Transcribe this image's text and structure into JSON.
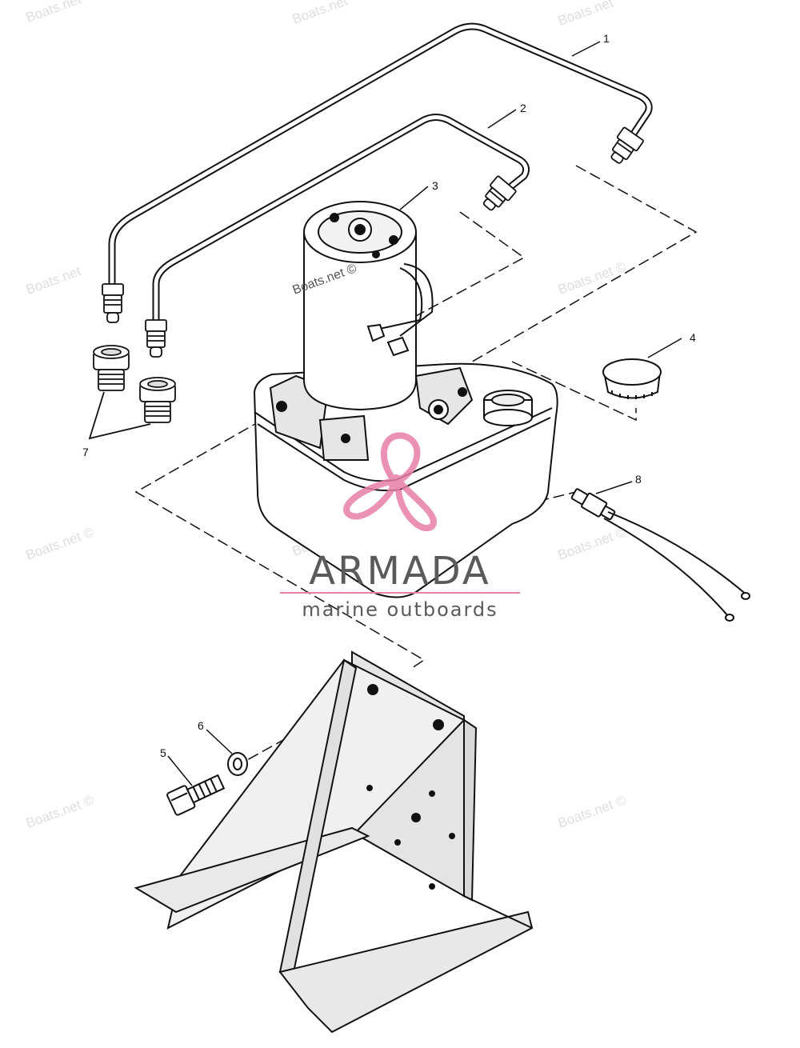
{
  "callouts": {
    "c1": "1",
    "c2": "2",
    "c3": "3",
    "c4": "4",
    "c5": "5",
    "c6": "6",
    "c7": "7",
    "c8": "8"
  },
  "watermark": {
    "text": "Boats.net",
    "text_copyright": "Boats.net ©",
    "text_center": "Boats.net ©"
  },
  "logo": {
    "name": "ARMADA",
    "tagline": "marine outboards",
    "accent_color": "#e87fa8",
    "text_color": "#5a5a5a"
  },
  "line_color": "#111111"
}
